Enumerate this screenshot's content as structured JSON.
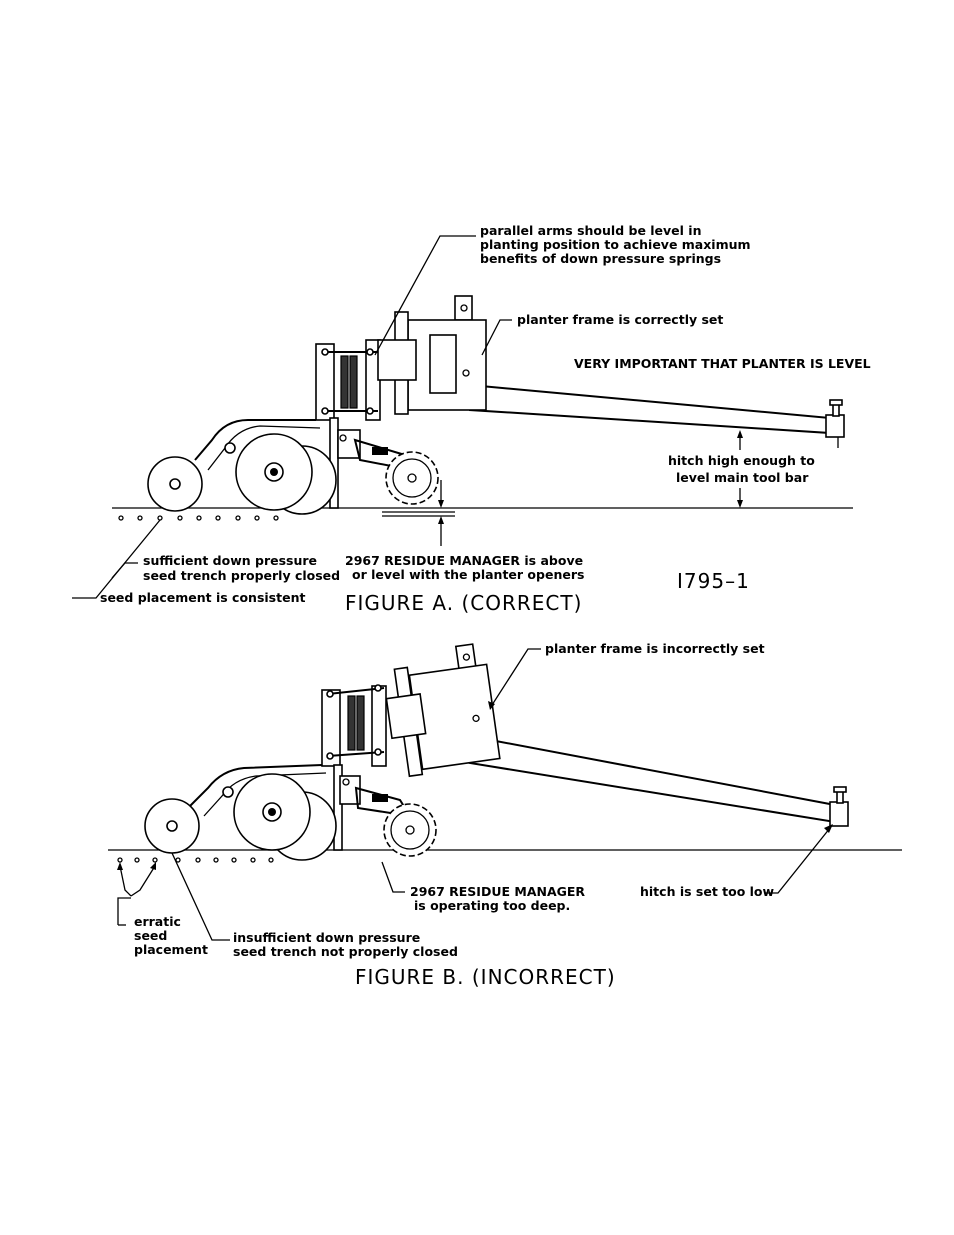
{
  "figure_a": {
    "caption": "FIGURE A. (CORRECT)",
    "drawing_number": "I795–1",
    "labels": {
      "parallel_arms_1": "parallel arms should be level in",
      "parallel_arms_2": "planting position to achieve maximum",
      "parallel_arms_3": "benefits of down pressure springs",
      "planter_frame": "planter frame is correctly set",
      "very_important": "VERY IMPORTANT THAT PLANTER IS LEVEL",
      "hitch_1": "hitch high enough to",
      "hitch_2": "level main tool bar",
      "down_pressure_1": "sufficient down pressure",
      "down_pressure_2": "seed trench properly closed",
      "residue_1": "2967 RESIDUE MANAGER is above",
      "residue_2": "or level with the planter openers",
      "seed_placement": "seed placement is consistent"
    }
  },
  "figure_b": {
    "caption": "FIGURE B. (INCORRECT)",
    "labels": {
      "planter_frame": "planter frame is incorrectly set",
      "residue_1": "2967 RESIDUE MANAGER",
      "residue_2": "is operating too deep.",
      "hitch": "hitch is set too low",
      "erratic_1": "erratic",
      "erratic_2": "seed",
      "erratic_3": "placement",
      "down_pressure_1": "insufficient down pressure",
      "down_pressure_2": "seed trench not properly closed"
    }
  }
}
